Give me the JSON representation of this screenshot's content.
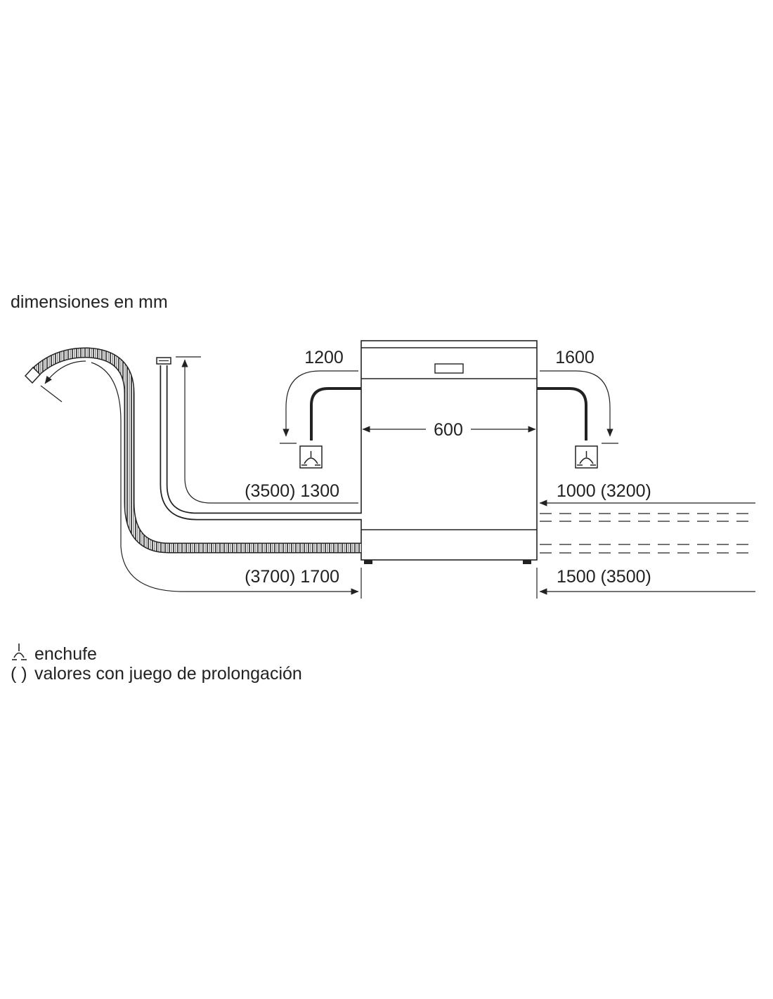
{
  "title": "dimensiones en mm",
  "dims": {
    "width": "600",
    "cable_left": "1200",
    "cable_right": "1600",
    "inlet_left": "(3500) 1300",
    "inlet_right": "1000 (3200)",
    "drain_left": "(3700) 1700",
    "drain_right": "1500 (3500)"
  },
  "legend": {
    "plug": "enchufe",
    "paren_symbol": "( )",
    "paren_text": "valores con juego de prolongación"
  },
  "icons": {
    "plug": "electrical-socket-icon",
    "tap": "water-tap-icon"
  },
  "colors": {
    "line": "#222222",
    "background": "#ffffff"
  }
}
